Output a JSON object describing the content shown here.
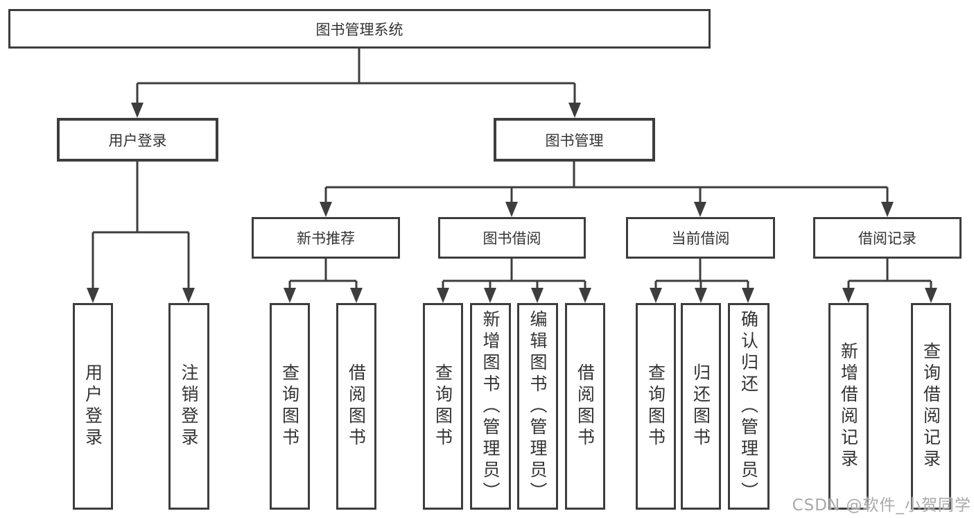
{
  "tree": {
    "label": "图书管理系统",
    "children": [
      {
        "label": "用户登录",
        "children": [
          {
            "label": "用户登录"
          },
          {
            "label": "注销登录"
          }
        ]
      },
      {
        "label": "图书管理",
        "children": [
          {
            "label": "新书推荐",
            "children": [
              {
                "label": "查询图书"
              },
              {
                "label": "借阅图书"
              }
            ]
          },
          {
            "label": "图书借阅",
            "children": [
              {
                "label": "查询图书"
              },
              {
                "label": "新增图书（管理员）"
              },
              {
                "label": "编辑图书（管理员）"
              },
              {
                "label": "借阅图书"
              }
            ]
          },
          {
            "label": "当前借阅",
            "children": [
              {
                "label": "查询图书"
              },
              {
                "label": "归还图书"
              },
              {
                "label": "确认归还（管理员）"
              }
            ]
          },
          {
            "label": "借阅记录",
            "children": [
              {
                "label": "新增借阅记录"
              },
              {
                "label": "查询借阅记录"
              }
            ]
          }
        ]
      }
    ]
  },
  "watermark": {
    "text": "CSDN @软件_小贺同学"
  },
  "colors": {
    "line": "#3d3d3d",
    "box_border": "#3d3d3d",
    "text": "#333333",
    "watermark": "#a9a9a9",
    "background": "#ffffff"
  }
}
